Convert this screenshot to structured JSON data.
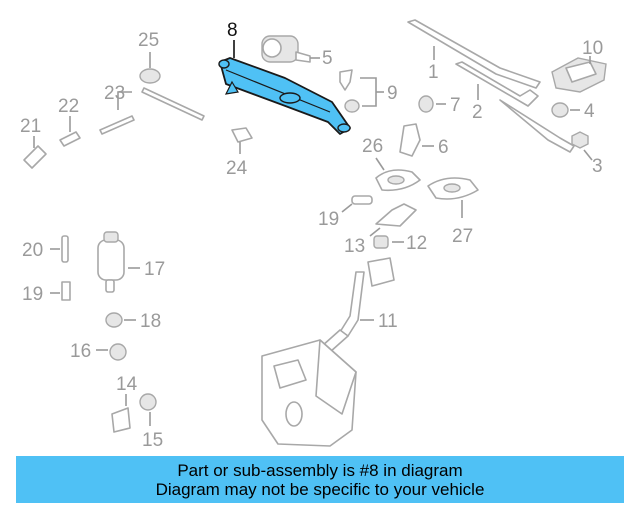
{
  "callouts": {
    "c1": "1",
    "c2": "2",
    "c3": "3",
    "c4": "4",
    "c5": "5",
    "c6": "6",
    "c7": "7",
    "c8": "8",
    "c9": "9",
    "c10": "10",
    "c11": "11",
    "c12": "12",
    "c13": "13",
    "c14": "14",
    "c15": "15",
    "c16": "16",
    "c17": "17",
    "c18": "18",
    "c19a": "19",
    "c19b": "19",
    "c20": "20",
    "c21": "21",
    "c22": "22",
    "c23": "23",
    "c24": "24",
    "c25": "25",
    "c26": "26",
    "c27": "27"
  },
  "highlight": {
    "part": "8",
    "color": "#4fc1f5"
  },
  "banner": {
    "line1": "Part or sub-assembly is #8 in diagram",
    "line2": "Diagram may not be specific to your vehicle"
  }
}
